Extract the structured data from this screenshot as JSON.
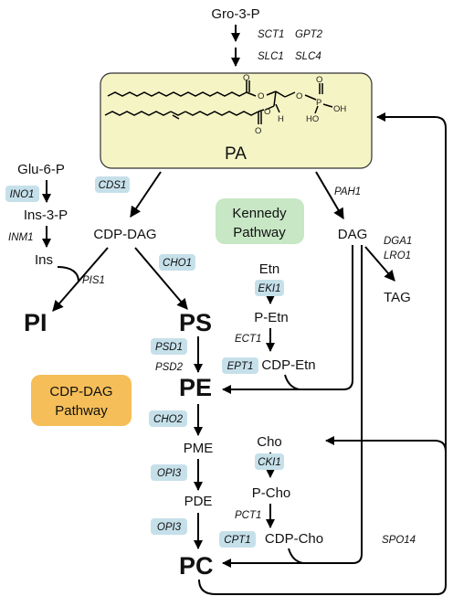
{
  "colors": {
    "pa_box": "#f4f4c5",
    "enzyme_highlight": "#c6e0ea",
    "kennedy_box": "#c7e7c5",
    "cdpdag_box": "#f5be58"
  },
  "metabolites": {
    "gro3p": "Gro-3-P",
    "pa": "PA",
    "glu6p": "Glu-6-P",
    "ins3p": "Ins-3-P",
    "ins": "Ins",
    "cdp_dag": "CDP-DAG",
    "dag": "DAG",
    "tag": "TAG",
    "pi": "PI",
    "ps": "PS",
    "pe": "PE",
    "pme": "PME",
    "pde": "PDE",
    "pc": "PC",
    "etn": "Etn",
    "p_etn": "P-Etn",
    "cdp_etn": "CDP-Etn",
    "cho": "Cho",
    "p_cho": "P-Cho",
    "cdp_cho": "CDP-Cho"
  },
  "enzymes": {
    "sct1": "SCT1",
    "gpt2": "GPT2",
    "slc1": "SLC1",
    "slc4": "SLC4",
    "ino1": "INO1",
    "inm1": "INM1",
    "cds1": "CDS1",
    "pis1": "PIS1",
    "cho1": "CHO1",
    "pah1": "PAH1",
    "dga1": "DGA1",
    "lro1": "LRO1",
    "eki1": "EKI1",
    "ect1": "ECT1",
    "ept1": "EPT1",
    "psd1": "PSD1",
    "psd2": "PSD2",
    "cho2": "CHO2",
    "opi3_a": "OPI3",
    "opi3_b": "OPI3",
    "cki1": "CKI1",
    "pct1": "PCT1",
    "cpt1": "CPT1",
    "spo14": "SPO14"
  },
  "pathways": {
    "kennedy_line1": "Kennedy",
    "kennedy_line2": "Pathway",
    "cdpdag_line1": "CDP-DAG",
    "cdpdag_line2": "Pathway"
  },
  "structure_atoms": {
    "o1": "O",
    "o2": "O",
    "o3": "O",
    "o4": "O",
    "o5": "O",
    "o6": "O",
    "p": "P",
    "ho": "HO",
    "oh": "OH",
    "h": "H"
  }
}
